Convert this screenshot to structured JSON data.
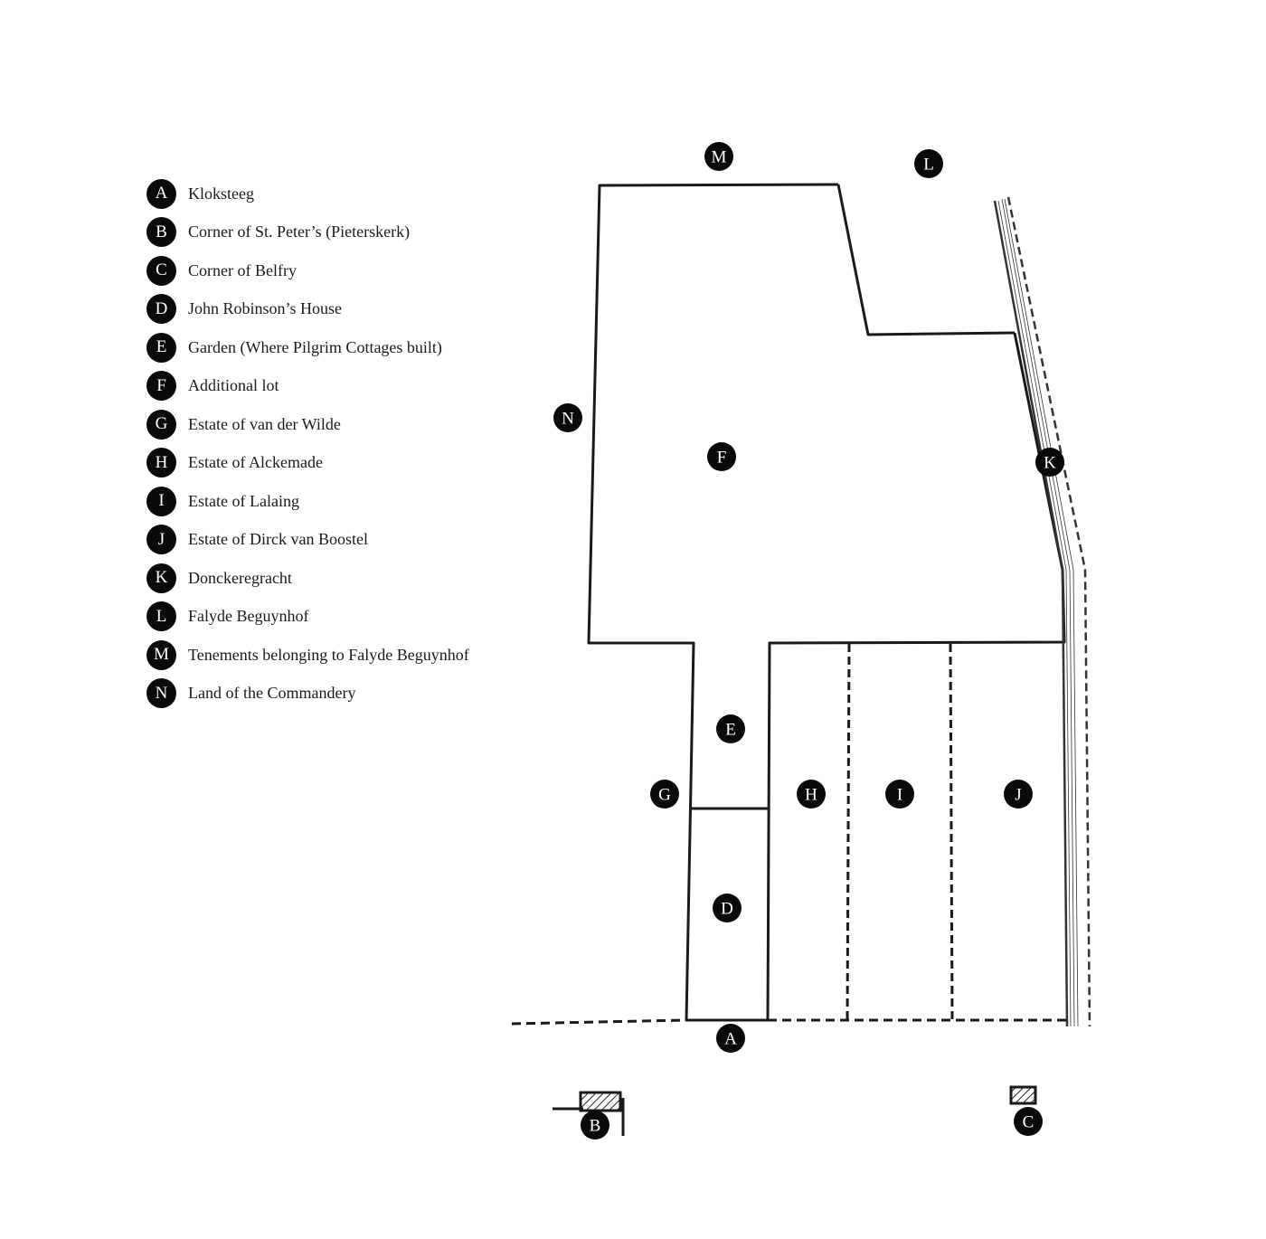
{
  "legend": [
    {
      "key": "A",
      "label": "Kloksteeg"
    },
    {
      "key": "B",
      "label": "Corner of St. Peter’s (Pieterskerk)"
    },
    {
      "key": "C",
      "label": "Corner of Belfry"
    },
    {
      "key": "D",
      "label": "John Robinson’s House"
    },
    {
      "key": "E",
      "label": "Garden (Where Pilgrim Cottages built)"
    },
    {
      "key": "F",
      "label": "Additional lot"
    },
    {
      "key": "G",
      "label": "Estate of van der Wilde"
    },
    {
      "key": "H",
      "label": "Estate of Alckemade"
    },
    {
      "key": "I",
      "label": "Estate of Lalaing"
    },
    {
      "key": "J",
      "label": "Estate of Dirck van Boostel"
    },
    {
      "key": "K",
      "label": "Donckeregracht"
    },
    {
      "key": "L",
      "label": "Falyde Beguynhof"
    },
    {
      "key": "M",
      "label": "Tenements belonging to Falyde Beguynhof"
    },
    {
      "key": "N",
      "label": "Land of the Commandery"
    }
  ],
  "map_markers": {
    "A": "A",
    "B": "B",
    "C": "C",
    "D": "D",
    "E": "E",
    "F": "F",
    "G": "G",
    "H": "H",
    "I": "I",
    "J": "J",
    "K": "K",
    "L": "L",
    "M": "M",
    "N": "N"
  }
}
